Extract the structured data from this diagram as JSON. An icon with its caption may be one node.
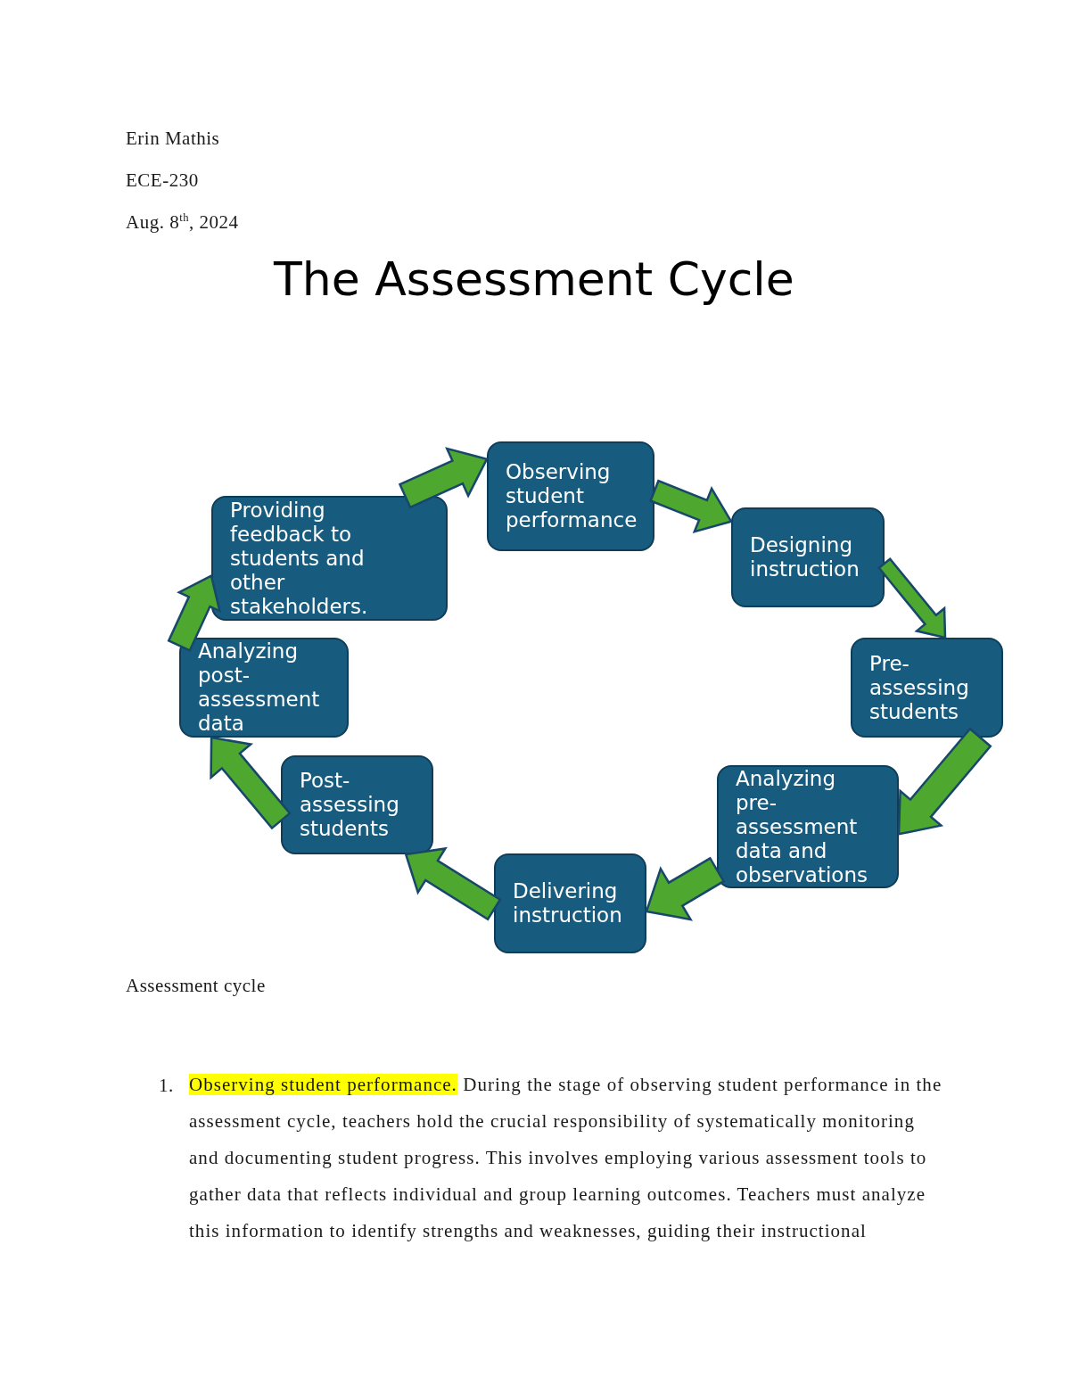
{
  "diagram": {
    "title": "The Assessment Cycle",
    "caption": "Assessment cycle",
    "nodes": [
      {
        "text": [
          "Observing student performance"
        ]
      },
      {
        "text": [
          "Designing instruction"
        ]
      },
      {
        "text": [
          "Pre-assessing students"
        ]
      },
      {
        "text": [
          "Analyzing pre-assessment data and observations"
        ]
      },
      {
        "text": [
          "Delivering instruction"
        ]
      },
      {
        "text": [
          "Post-assessing students"
        ]
      },
      {
        "text": [
          "Analyzing post-assessment data"
        ]
      },
      {
        "text": [
          "Providing feedback to students and other stakeholders."
        ]
      }
    ],
    "edges": [
      {
        "from": 0,
        "to": 1,
        "arrow": "to"
      },
      {
        "from": 1,
        "to": 2,
        "arrow": "to"
      },
      {
        "from": 2,
        "to": 3,
        "arrow": "to"
      },
      {
        "from": 3,
        "to": 4,
        "arrow": "to"
      },
      {
        "from": 4,
        "to": 5,
        "arrow": "to"
      },
      {
        "from": 5,
        "to": 6,
        "arrow": "to"
      },
      {
        "from": 6,
        "to": 7,
        "arrow": "to"
      },
      {
        "from": 7,
        "to": 0,
        "arrow": "to"
      }
    ],
    "labels": [
      "Erin Mathis",
      "ECE-230",
      "Aug. 8$^{th}$, 2024",
      "1.",
      "*Observing student performance.* During the stage of observing student performance in the assessment cycle, teachers hold the crucial responsibility of systematically monitoring and documenting student progress. This involves employing various assessment tools to gather data that reflects individual and group learning outcomes. Teachers must analyze this information to identify strengths and weaknesses, guiding their instructional"
    ]
  }
}
